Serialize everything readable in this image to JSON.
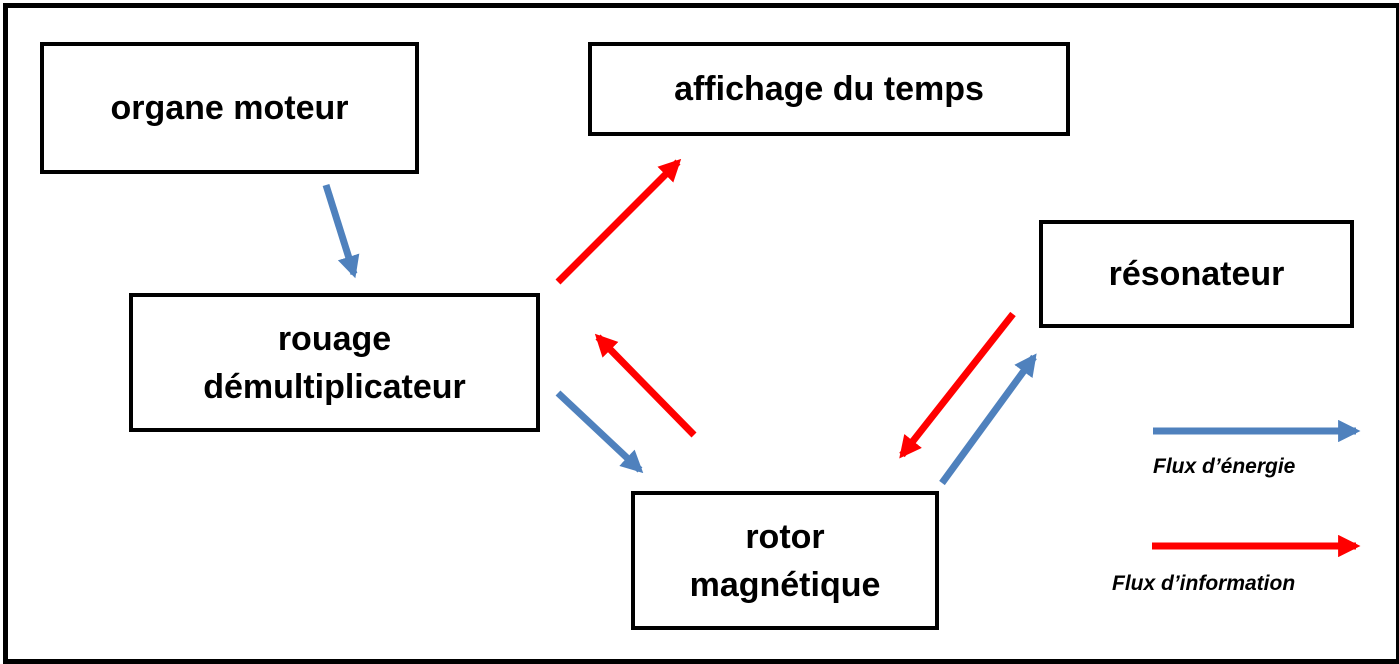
{
  "nodes": {
    "organe_moteur": "organe moteur",
    "affichage": "affichage du temps",
    "rouage_line1": "rouage",
    "rouage_line2": "démultiplicateur",
    "resonateur": "résonateur",
    "rotor_line1": "rotor",
    "rotor_line2": "magnétique"
  },
  "legend": {
    "energy": "Flux d’énergie",
    "information": "Flux d’information"
  },
  "colors": {
    "energy": "#4f81bd",
    "information": "#ff0000",
    "border": "#000000"
  }
}
